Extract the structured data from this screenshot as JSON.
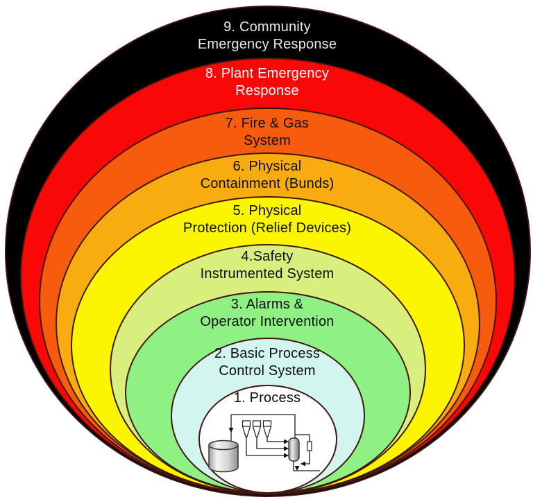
{
  "outline_color": "#401711",
  "background": "#FFFFFF",
  "layers": [
    {
      "number": 9,
      "line1": "9. Community",
      "line2": "Emergency Response",
      "fill": "#000000",
      "text_color": "#E9E9E9"
    },
    {
      "number": 8,
      "line1": "8. Plant Emergency",
      "line2": "Response",
      "fill": "#FA0707",
      "text_color": "#FFFFFF"
    },
    {
      "number": 7,
      "line1": "7. Fire & Gas",
      "line2": "System",
      "fill": "#F75C0E",
      "text_color": "#0E0E0E"
    },
    {
      "number": 6,
      "line1": "6. Physical",
      "line2": "Containment (Bunds)",
      "fill": "#F9AC10",
      "text_color": "#0E0E0E"
    },
    {
      "number": 5,
      "line1": "5. Physical",
      "line2": "Protection (Relief Devices)",
      "fill": "#FCF501",
      "text_color": "#0E0E0E"
    },
    {
      "number": 4,
      "line1": "4.Safety",
      "line2": "Instrumented System",
      "fill": "#D8EE7D",
      "text_color": "#0E0E0E"
    },
    {
      "number": 3,
      "line1": "3. Alarms &",
      "line2": "Operator Intervention",
      "fill": "#8FF084",
      "text_color": "#0E0E0E"
    },
    {
      "number": 2,
      "line1": "2. Basic Process",
      "line2": "Control System",
      "fill": "#D2F6EF",
      "text_color": "#0E0E0E"
    },
    {
      "number": 1,
      "line1": "1. Process",
      "line2": "",
      "fill": "#FFFFFF",
      "text_color": "#0E0E0E"
    }
  ]
}
